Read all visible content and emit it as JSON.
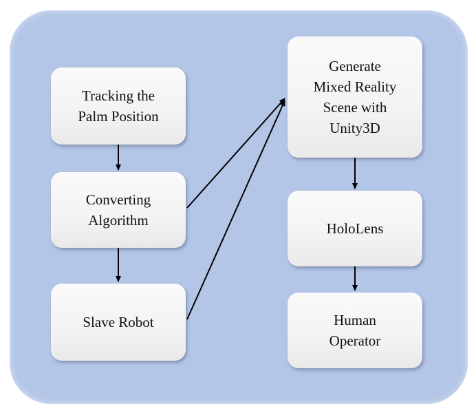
{
  "diagram": {
    "nodes": {
      "tracking": "Tracking the\nPalm Position",
      "converting": "Converting\nAlgorithm",
      "slave": "Slave Robot",
      "generate": "Generate\nMixed Reality\nScene with\nUnity3D",
      "hololens": "HoloLens",
      "human": "Human\nOperator"
    },
    "colors": {
      "panel": "#b4c6e7",
      "box": "#f3f3f3",
      "line": "#000000"
    }
  }
}
